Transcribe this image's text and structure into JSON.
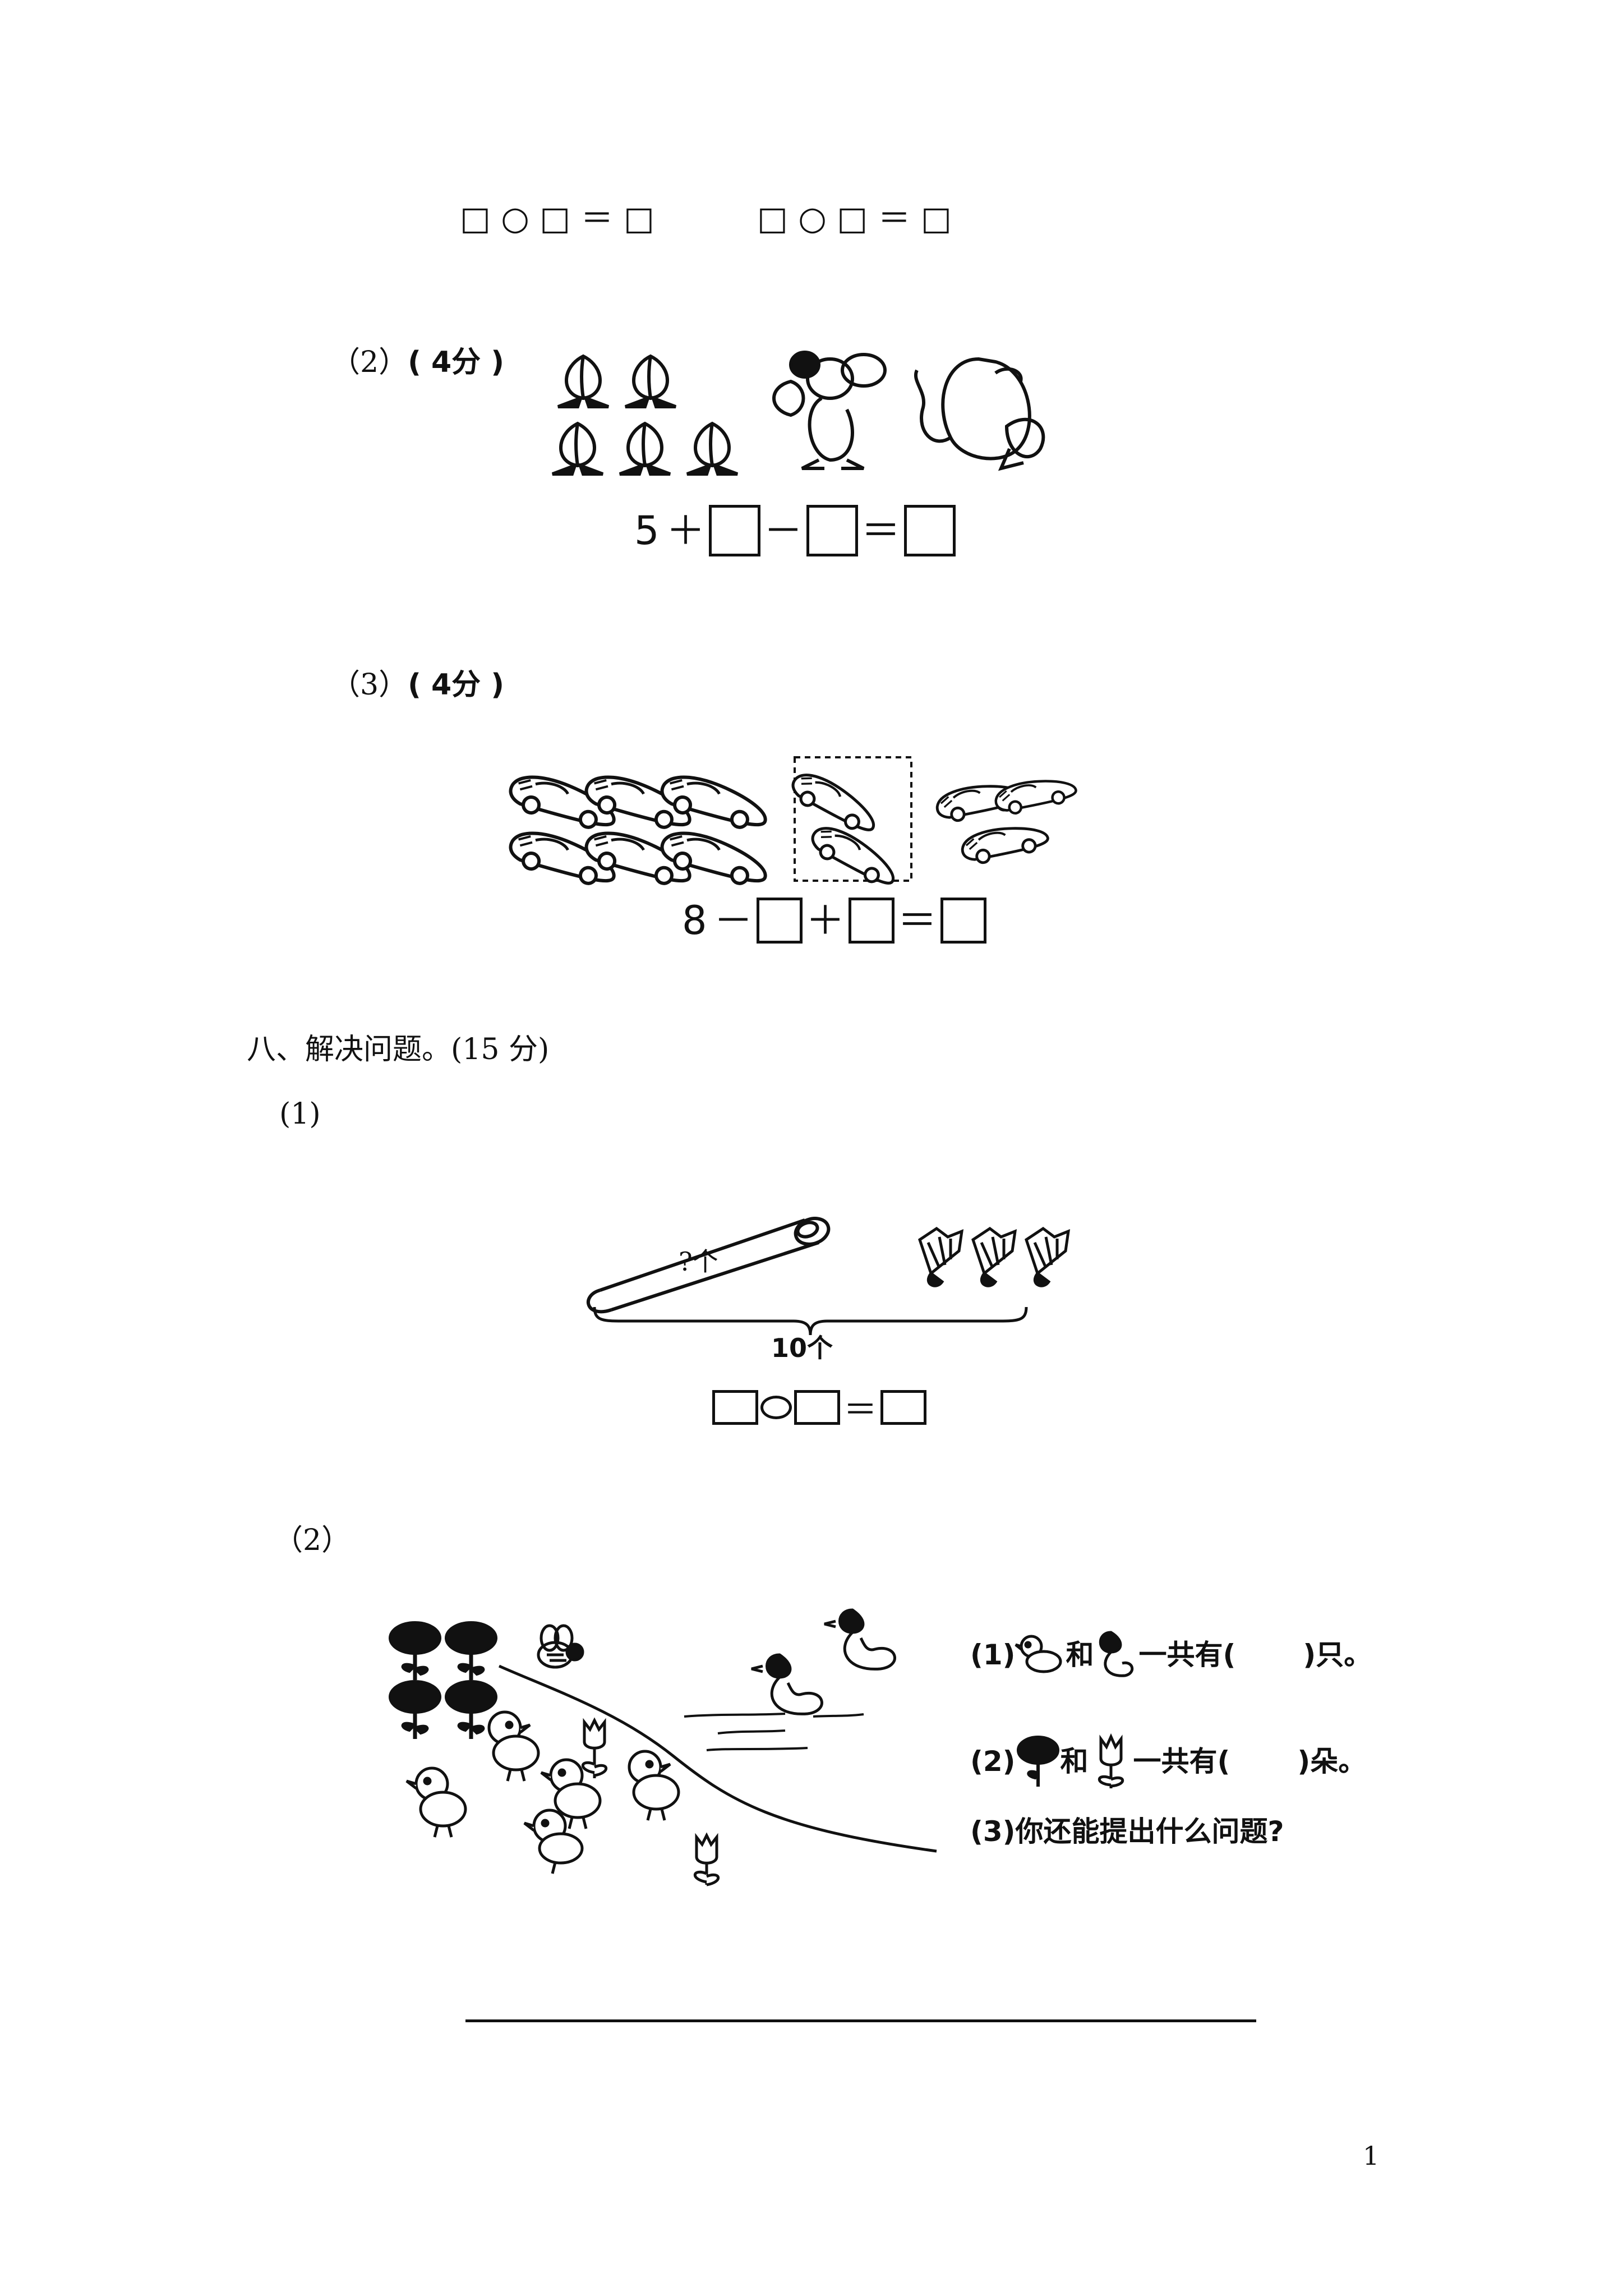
{
  "top_equations": [
    {
      "text": "□ ○ □ ＝ □"
    },
    {
      "text": "□ ○ □ ＝ □"
    }
  ],
  "q2": {
    "label": "（2）",
    "score": "( 4分 )",
    "eq_start": "5",
    "op1": "＋",
    "op2": "－",
    "eq_sign": "＝",
    "icons": [
      "peach-icon",
      "mouse-holding-peach-icon",
      "mouse-eating-peach-icon"
    ]
  },
  "q3": {
    "label": "（3）",
    "score": "( 4分 )",
    "eq_start": "8",
    "op1": "－",
    "op2": "＋",
    "eq_sign": "＝",
    "icons": [
      "race-car-icon"
    ]
  },
  "section8": {
    "title": "八、解决问题。(15 分)",
    "p1": {
      "label": "(1)",
      "tube_label": "?个",
      "brace_label": "10个",
      "icons": [
        "shuttlecock-tube-icon",
        "shuttlecock-icon",
        "brace-icon"
      ]
    },
    "p2": {
      "label": "（2）",
      "q1_pre": "(1)",
      "q1_and": "和",
      "q1_post": "一共有(",
      "q1_end": ")只。",
      "q2_pre": "(2)",
      "q2_and": "和",
      "q2_post": "一共有(",
      "q2_end": ")朵。",
      "q3": "(3)你还能提出什么问题?",
      "icons": [
        "chick-icon",
        "duck-icon",
        "flower-icon",
        "tulip-icon",
        "bee-icon",
        "river-icon"
      ]
    }
  },
  "page_number": "1"
}
